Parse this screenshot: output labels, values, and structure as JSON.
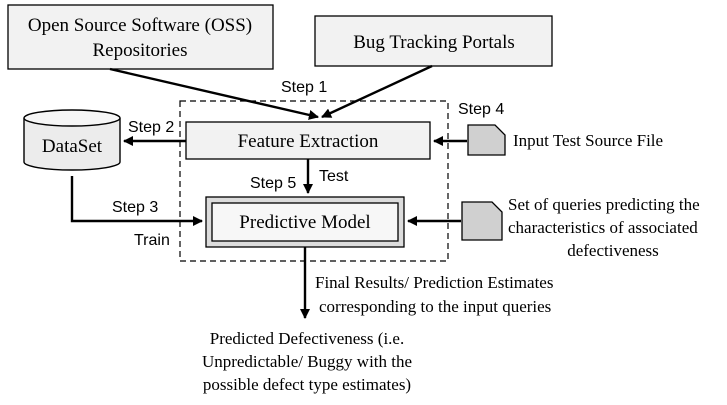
{
  "nodes": {
    "oss": {
      "line1": "Open Source Software (OSS)",
      "line2": "Repositories"
    },
    "bug": {
      "label": "Bug Tracking Portals"
    },
    "dataset": {
      "label": "DataSet"
    },
    "feature": {
      "label": "Feature Extraction"
    },
    "model": {
      "label": "Predictive Model"
    },
    "input_file": {
      "label": "Input Test Source File"
    },
    "queries": {
      "line1": "Set of queries predicting the",
      "line2": "characteristics of associated",
      "line3": "defectiveness"
    },
    "final": {
      "line1": "Final Results/ Prediction Estimates",
      "line2": "corresponding to the input queries"
    },
    "predicted": {
      "line1": "Predicted Defectiveness (i.e.",
      "line2": "Unpredictable/ Buggy with the",
      "line3": "possible defect type estimates)"
    }
  },
  "steps": {
    "step1": "Step 1",
    "step2": "Step 2",
    "step3": "Step 3",
    "step4": "Step 4",
    "step5": "Step 5",
    "test": "Test",
    "train": "Train"
  },
  "colors": {
    "box_fill": "#f2f2f2",
    "stroke": "#000000"
  }
}
